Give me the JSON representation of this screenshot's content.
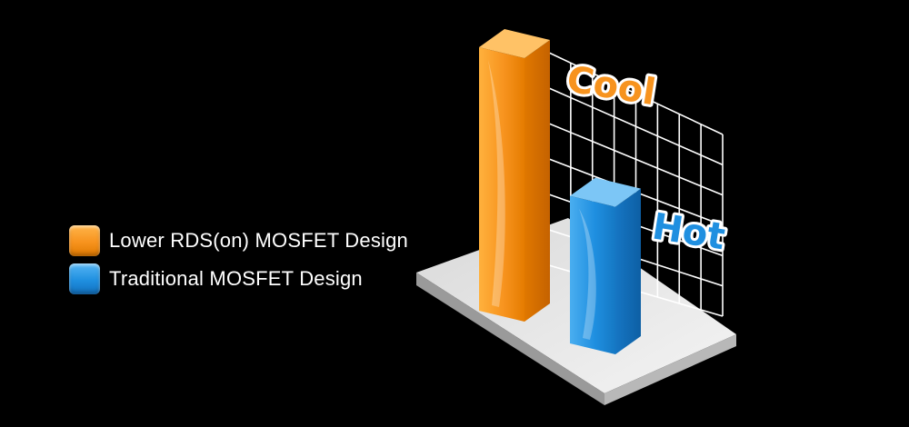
{
  "chart_data": {
    "type": "bar",
    "categories": [
      "Lower RDS(on) MOSFET Design",
      "Traditional MOSFET Design"
    ],
    "values": [
      100,
      56
    ],
    "ylim": [
      0,
      100
    ],
    "grid": true,
    "legend_position": "left",
    "title": "",
    "xlabel": "",
    "ylabel": "",
    "annotations": [
      "Cool",
      "Hot"
    ]
  },
  "legend": {
    "items": [
      {
        "label": "Lower RDS(on) MOSFET Design",
        "color": "#f7931e"
      },
      {
        "label": "Traditional MOSFET Design",
        "color": "#1f8fe0"
      }
    ]
  },
  "colors": {
    "background": "#000000",
    "orange": "#f7931e",
    "blue": "#1f8fe0",
    "grid": "#ffffff",
    "base": "#ebebeb"
  }
}
